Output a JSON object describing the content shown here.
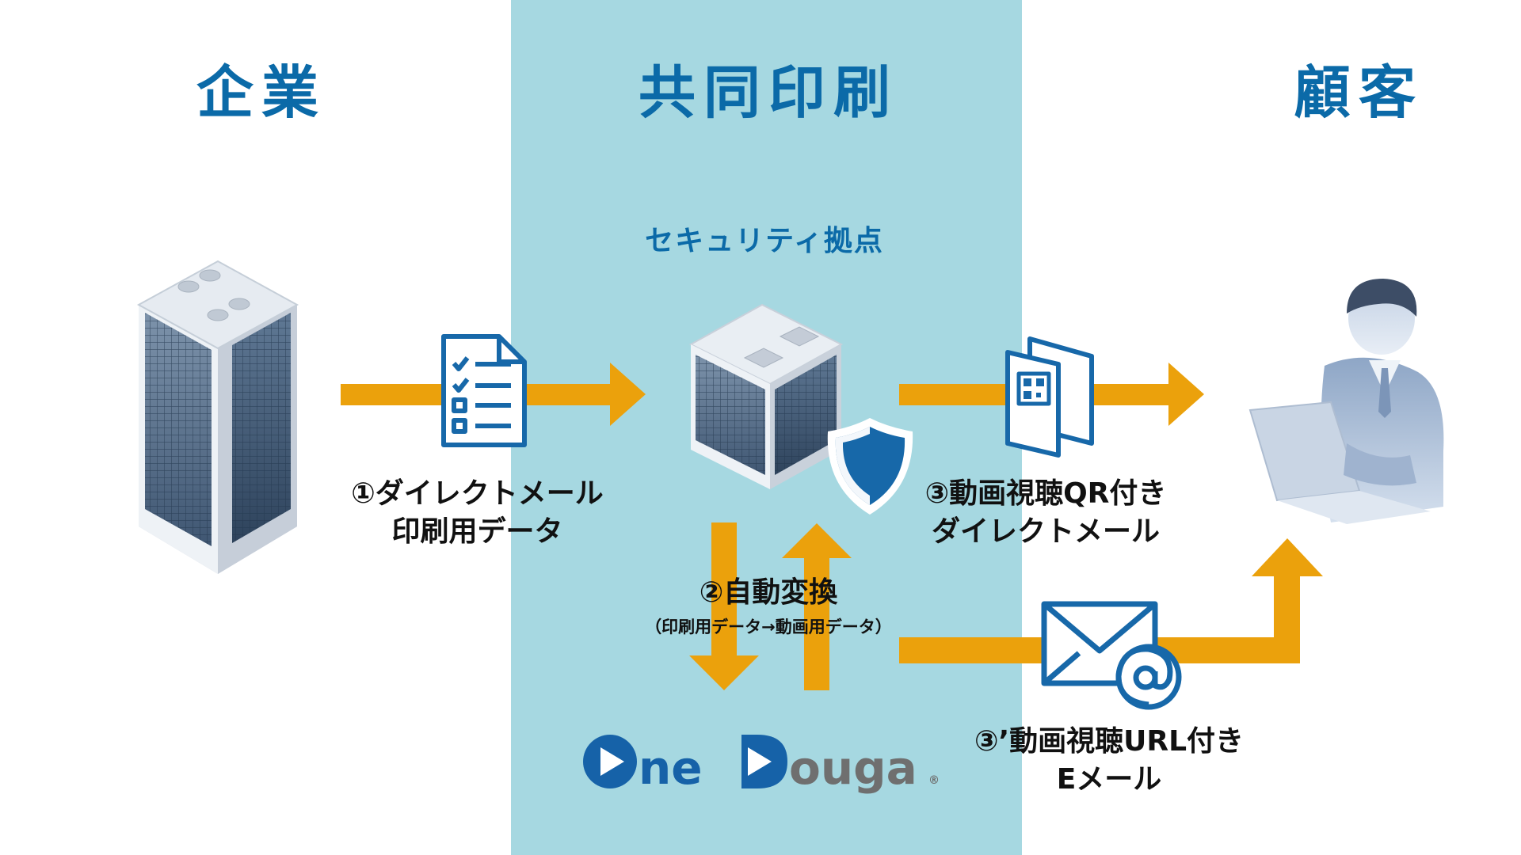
{
  "columns": {
    "left": "企業",
    "center": "共同印刷",
    "right": "顧客"
  },
  "center_subtitle": "セキュリティ拠点",
  "steps": {
    "step1_line1": "①ダイレクトメール",
    "step1_line2": "印刷用データ",
    "step2_title": "②自動変換",
    "step2_detail": "（印刷用データ→動画用データ）",
    "step3_line1": "③動画視聴QR付き",
    "step3_line2": "ダイレクトメール",
    "step3b_line1": "③’動画視聴URL付き",
    "step3b_line2": "Eメール"
  },
  "logo": {
    "part1": "ne",
    "part2": "ouga",
    "registered": "®"
  },
  "colors": {
    "band": "#a6d8e1",
    "title_blue": "#0b6aa8",
    "arrow_orange": "#eba10c",
    "icon_blue": "#1768a9",
    "logo_blue": "#1662a8",
    "logo_gray": "#6f6f6f"
  },
  "icons": [
    "office-building-icon",
    "checklist-document-icon",
    "datacenter-cube-icon",
    "security-shield-icon",
    "qr-folded-mail-icon",
    "email-at-icon",
    "customer-with-laptop-icon"
  ]
}
